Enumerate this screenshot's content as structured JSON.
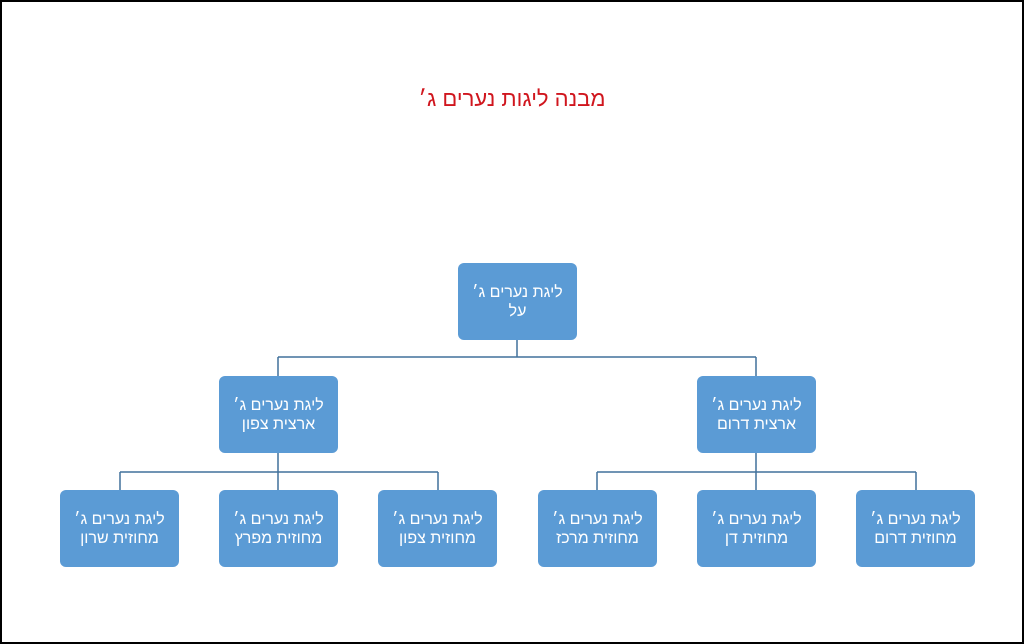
{
  "title": "מבנה ליגות נערים ג׳",
  "colors": {
    "box": "#5b9bd5",
    "connector": "#41719c",
    "title": "#d0161e"
  },
  "root": {
    "line1": "ליגת נערים ג׳",
    "line2": "על"
  },
  "regions": [
    {
      "line1": "ליגת נערים ג׳",
      "line2": "ארצית צפון"
    },
    {
      "line1": "ליגת נערים ג׳",
      "line2": "ארצית דרום"
    }
  ],
  "districts": [
    {
      "line1": "ליגת נערים ג׳",
      "line2": "מחוזית שרון"
    },
    {
      "line1": "ליגת נערים ג׳",
      "line2": "מחוזית מפרץ"
    },
    {
      "line1": "ליגת נערים ג׳",
      "line2": "מחוזית צפון"
    },
    {
      "line1": "ליגת נערים ג׳",
      "line2": "מחוזית מרכז"
    },
    {
      "line1": "ליגת נערים ג׳",
      "line2": "מחוזית דן"
    },
    {
      "line1": "ליגת נערים ג׳",
      "line2": "מחוזית דרום"
    }
  ]
}
